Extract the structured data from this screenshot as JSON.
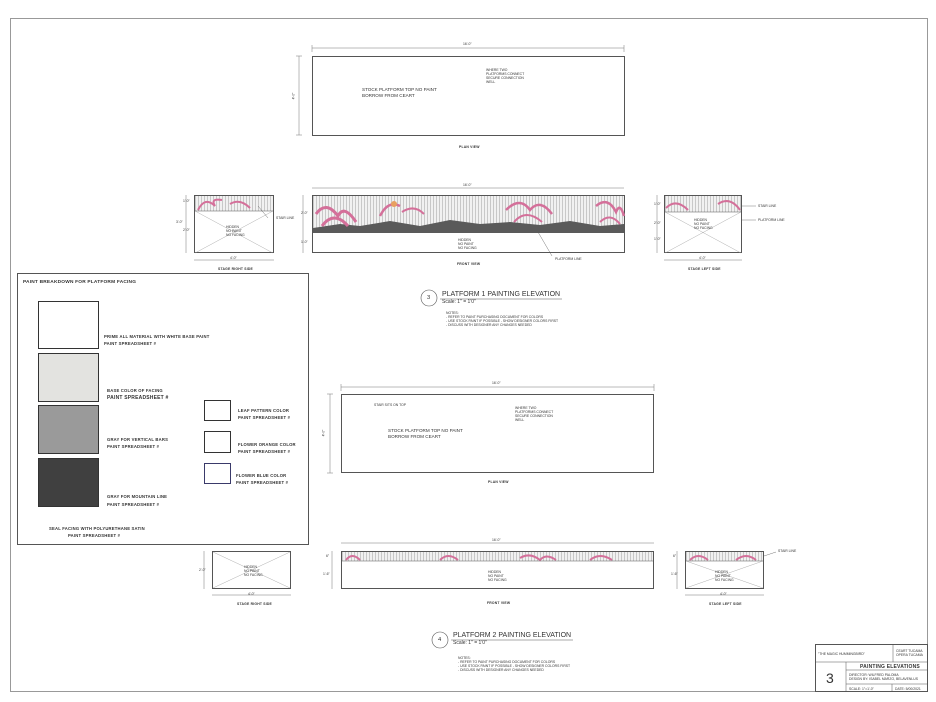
{
  "p1": {
    "plan_width_dim": "16'-0\"",
    "plan_depth_dim": "4'-0\"",
    "plan_note": [
      "STOCK PLATFORM TOP NO PAINT",
      "BORROW FROM CEART"
    ],
    "plan_connect_note": [
      "WHERE TWO",
      "PLATFORMS CONNECT",
      "SECURE CONNECTION",
      "WELL"
    ],
    "plan_caption": "PLAN VIEW",
    "front_width_dim": "16'-0\"",
    "front_h1": "2'-0\"",
    "front_h2": "1'-0\"",
    "front_hidden": [
      "HIDDEN",
      "NO PAINT",
      "NO FACING"
    ],
    "front_caption": "FRONT VIEW",
    "front_callout": "PLATFORM LINE",
    "srs_caption": "STAGE RIGHT SIDE",
    "srs_width_dim": "4'-0\"",
    "srs_d1": "1'-0\"",
    "srs_d2": "2'-0\"",
    "srs_d3": "3'-0\"",
    "srs_callout": "STAIR LINE",
    "srs_hidden": [
      "HIDDEN",
      "NO PAINT",
      "NO FACING"
    ],
    "sls_caption": "STAGE LEFT SIDE",
    "sls_width_dim": "4'-0\"",
    "sls_d1": "1'-0\"",
    "sls_d2": "2'-0\"",
    "sls_d3": "1'-0\"",
    "sls_callout1": "STAIR LINE",
    "sls_callout2": "PLATFORM LINE",
    "sls_hidden": [
      "HIDDEN",
      "NO PAINT",
      "NO FACING"
    ],
    "title_num": "3",
    "title": "PLATFORM 1 PAINTING ELEVATION",
    "scale": "Scale: 1\" = 1'0\"",
    "notes": [
      "NOTES:",
      "- REFER TO PAINT PURCHASING DOCUMENT FOR COLORS",
      "- USE STOCK PAINT IF POSSIBLE - SHOW DESIGNER COLORS FIRST",
      "- DISCUSS WITH DESIGNER ANY CHANGES NEEDED"
    ]
  },
  "p2": {
    "plan_width_dim": "16'-0\"",
    "plan_depth_dim": "4'-0\"",
    "plan_stair_note": "STAIR SITS ON TOP",
    "plan_note": [
      "STOCK PLATFORM TOP NO PAINT",
      "BORROW FROM CEART"
    ],
    "plan_connect_note": [
      "WHERE TWO",
      "PLATFORMS CONNECT",
      "SECURE CONNECTION",
      "WELL"
    ],
    "plan_caption": "PLAN VIEW",
    "front_width_dim": "16'-0\"",
    "front_h1": "6\"",
    "front_h2": "1'-6\"",
    "front_hidden": [
      "HIDDEN",
      "NO PAINT",
      "NO FACING"
    ],
    "front_caption": "FRONT VIEW",
    "srs_caption": "STAGE RIGHT SIDE",
    "srs_width_dim": "4'-0\"",
    "srs_d1": "2'-0\"",
    "srs_hidden": [
      "HIDDEN",
      "NO PAINT",
      "NO FACING"
    ],
    "sls_caption": "STAGE LEFT SIDE",
    "sls_width_dim": "4'-0\"",
    "sls_d1": "6\"",
    "sls_d2": "1'-6\"",
    "sls_callout": "STAIR LINE",
    "sls_hidden": [
      "HIDDEN",
      "NO PAINT",
      "NO FACING"
    ],
    "title_num": "4",
    "title": "PLATFORM 2 PAINTING ELEVATION",
    "scale": "Scale: 1\" = 1'0\"",
    "notes": [
      "NOTES:",
      "- REFER TO PAINT PURCHASING DOCUMENT FOR COLORS",
      "- USE STOCK PAINT IF POSSIBLE - SHOW DESIGNER COLORS FIRST",
      "- DISCUSS WITH DESIGNER ANY CHANGES NEEDED"
    ]
  },
  "paint": {
    "title": "PAINT BREAKDOWN FOR PLATFORM FACING",
    "items": [
      {
        "line1": "PRIME ALL MATERIAL WITH WHITE BASE PAINT",
        "line2": "PAINT SPREADSHEET #",
        "color": "#ffffff"
      },
      {
        "line1": "BASE COLOR OF FACING",
        "line2": "PAINT SPREADSHEET #",
        "color": "#e3e3e0"
      },
      {
        "line1": "GRAY FOR VERTICAL BARS",
        "line2": "PAINT SPREADSHEET #",
        "color": "#9a9a9a"
      },
      {
        "line1": "GRAY FOR MOUNTAIN LINE",
        "line2": "PAINT SPREADSHEET #",
        "color": "#404040"
      }
    ],
    "small_items": [
      {
        "line1": "LEAF PATTERN COLOR",
        "line2": "PAINT SPREADSHEET #",
        "color": "#ffffff"
      },
      {
        "line1": "FLOWER ORANGE COLOR",
        "line2": "PAINT SPREADSHEET #",
        "color": "#ffffff"
      },
      {
        "line1": "FLOWER BLUE COLOR",
        "line2": "PAINT SPREADSHEET #",
        "color": "#ffffff"
      }
    ],
    "seal_line1": "SEAL FACING WITH POLYURETHANE SATIN",
    "seal_line2": "PAINT SPREADSHEET #"
  },
  "titleblock": {
    "show": "\"THE MAGIC HUMMINGBIRD\"",
    "org": [
      "CEART TUCAMA",
      "OPERA TUCAMA"
    ],
    "sheet_num": "3",
    "sheet_title": "PAINTING ELEVATIONS",
    "credits": [
      "DIRECTOR: WILFRED PALOMA",
      "DESIGN BY: ISABEL MARZO, BELAVENLUS"
    ],
    "scale": "SCALE: 1\"=1'-0\"",
    "date": "DATE: 5/00/2021"
  },
  "colors": {
    "pink": "#d4709a",
    "orange": "#e8a060",
    "mountain": "#5a5a5a",
    "hatch": "#c8c8c8"
  }
}
